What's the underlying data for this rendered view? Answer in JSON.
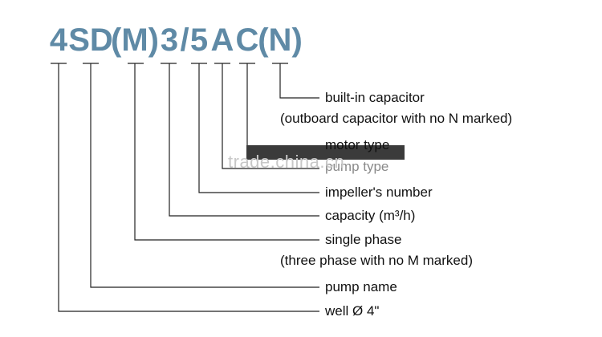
{
  "colors": {
    "code": "#5f8aa6",
    "lines": "#222222",
    "text": "#111111"
  },
  "code_parts": [
    "4",
    "SD",
    "(M)",
    "3",
    "/",
    "5",
    "A",
    "C",
    "(N)"
  ],
  "labels": {
    "built_in_capacitor": "built-in capacitor",
    "outboard_capacitor_note": "(outboard capacitor with no N marked)",
    "motor_type": "motor type",
    "pump_type_garbled": "pump type",
    "impellers_number": "impeller's number",
    "capacity": "capacity (m³/h)",
    "single_phase": "single phase",
    "three_phase_note": "(three phase with no M marked)",
    "pump_name": "pump name",
    "well": "well Ø 4\""
  },
  "watermark": "trade.china.cn"
}
